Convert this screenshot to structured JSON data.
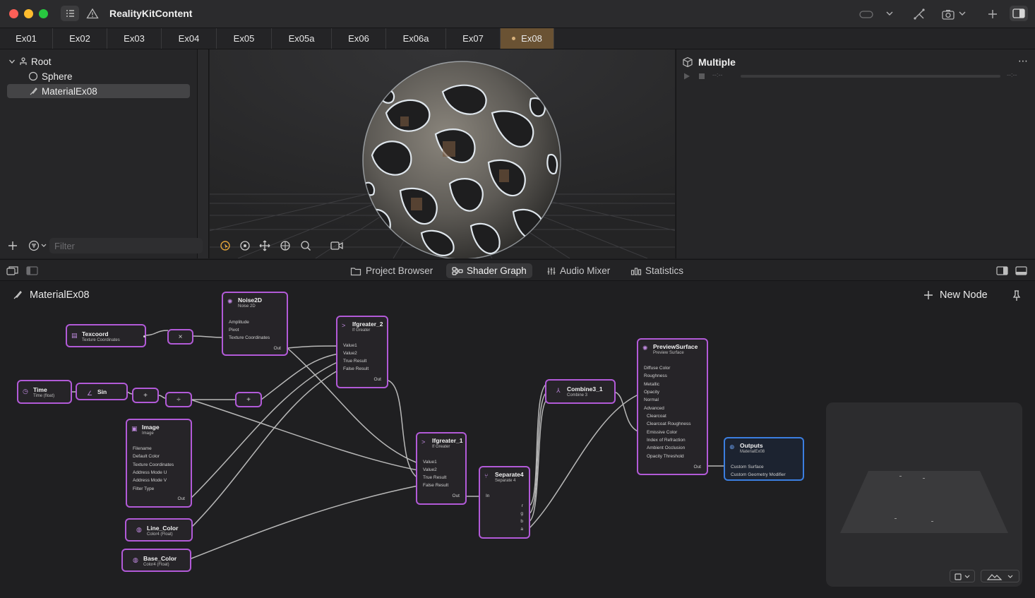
{
  "window": {
    "title": "RealityKitContent"
  },
  "tabs": [
    "Ex01",
    "Ex02",
    "Ex03",
    "Ex04",
    "Ex05",
    "Ex05a",
    "Ex06",
    "Ex06a",
    "Ex07",
    "Ex08"
  ],
  "outline": {
    "items": [
      {
        "label": "Root"
      },
      {
        "label": "Sphere"
      },
      {
        "label": "MaterialEx08"
      }
    ],
    "filter_placeholder": "Filter"
  },
  "inspector": {
    "title": "Multiple",
    "time_start": "--:--",
    "time_end": "--:--"
  },
  "bottom_tabs": {
    "project_browser": "Project Browser",
    "shader_graph": "Shader Graph",
    "audio_mixer": "Audio Mixer",
    "statistics": "Statistics"
  },
  "graph": {
    "material_name": "MaterialEx08",
    "new_node_label": "New Node",
    "nodes": {
      "texcoord": {
        "title": "Texcoord",
        "sub": "Texture Coordinates"
      },
      "multiply": {
        "symbol": "×"
      },
      "noise2d": {
        "title": "Noise2D",
        "sub": "Noise 2D",
        "ports": [
          "Amplitude",
          "Pivot",
          "Texture Coordinates"
        ],
        "out": "Out"
      },
      "time": {
        "title": "Time",
        "sub": "Time (float)"
      },
      "sin": {
        "title": "Sin"
      },
      "add1": {
        "symbol": "+"
      },
      "divide": {
        "symbol": "÷"
      },
      "add2": {
        "symbol": "+"
      },
      "image": {
        "title": "Image",
        "sub": "Image",
        "ports": [
          "Filename",
          "Default Color",
          "Texture Coordinates",
          "Address Mode U",
          "Address Mode V",
          "Filter Type"
        ],
        "out": "Out"
      },
      "line_color": {
        "title": "Line_Color",
        "sub": "Color4 (Float)"
      },
      "base_color": {
        "title": "Base_Color",
        "sub": "Color4 (Float)"
      },
      "ifgreater_2": {
        "title": "Ifgreater_2",
        "sub": "If Greater",
        "ports": [
          "Value1",
          "Value2",
          "True Result",
          "False Result"
        ],
        "out": "Out"
      },
      "ifgreater_1": {
        "title": "Ifgreater_1",
        "sub": "If Greater",
        "ports": [
          "Value1",
          "Value2",
          "True Result",
          "False Result"
        ],
        "out": "Out"
      },
      "separate4": {
        "title": "Separate4",
        "sub": "Separate 4",
        "in": "In",
        "outs": [
          "r",
          "g",
          "b",
          "a"
        ]
      },
      "combine3_1": {
        "title": "Combine3_1",
        "sub": "Combine 3"
      },
      "preview_surface": {
        "title": "PreviewSurface",
        "sub": "Preview Surface",
        "ports": [
          "Diffuse Color",
          "Roughness",
          "Metallic",
          "Opacity",
          "Normal",
          "Advanced",
          "Clearcoat",
          "Clearcoat Roughness",
          "Emissive Color",
          "Index of Refraction",
          "Ambient Occlusion",
          "Opacity Threshold"
        ],
        "out": "Out"
      },
      "outputs": {
        "title": "Outputs",
        "sub": "MaterialEx08",
        "ports": [
          "Custom Surface",
          "Custom Geometry Modifier"
        ]
      }
    }
  },
  "colors": {
    "node_border": "#b25ad8",
    "output_border": "#3b7ee0",
    "active_tab": "#6a5233"
  }
}
